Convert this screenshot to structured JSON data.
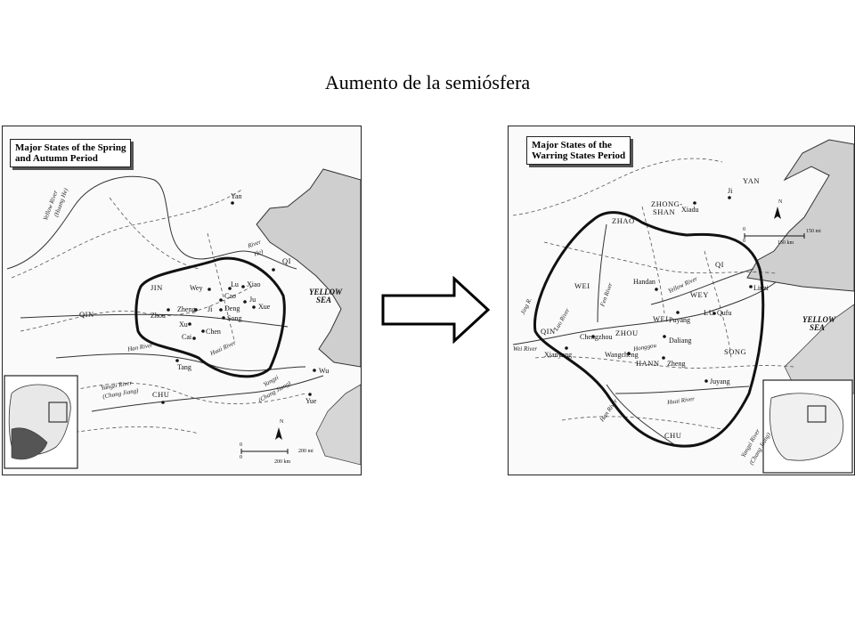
{
  "slide": {
    "title": "Aumento de la semiósfera"
  },
  "left_map": {
    "heading_line1": "Major States of the Spring",
    "heading_line2": "and Autumn Period",
    "states": [
      "JIN",
      "QIN",
      "QI",
      "CHU"
    ],
    "cities": [
      "Yan",
      "Wey",
      "Lu",
      "Xiao",
      "Cao",
      "Ju",
      "Xue",
      "Zheng",
      "Deng",
      "Ji",
      "Zhou",
      "Song",
      "Xu",
      "Chen",
      "Cai",
      "Tang",
      "Wu",
      "Yue"
    ],
    "rivers": {
      "yellow_line1": "Yellow River",
      "yellow_line2": "(Huang He)",
      "yellow_east": "River",
      "yellow_east2": "He)",
      "han": "Han River",
      "huai": "Huai River",
      "yangzi_line1": "Yangzi River",
      "yangzi_line2": "(Chang Jiang)",
      "yangzi_east1": "Yangzi",
      "yangzi_east2": "(Chang Jiang)"
    },
    "sea_line1": "YELLOW",
    "sea_line2": "SEA",
    "scale_mi": "200 mi",
    "scale_km": "200 km",
    "scale_zero": "0",
    "north": "N"
  },
  "arrow": {
    "icon": "right-arrow-icon"
  },
  "right_map": {
    "heading_line1": "Major States of the",
    "heading_line2": "Warring States Period",
    "states": [
      "YAN",
      "ZHAO",
      "ZHONG-",
      "SHAN",
      "QI",
      "WEI",
      "WEY",
      "LU",
      "WEI",
      "QIN",
      "ZHOU",
      "HANN",
      "SONG",
      "CHU"
    ],
    "cities": [
      "Ji",
      "Xiadu",
      "Handan",
      "Linzi",
      "Puyang",
      "Qufu",
      "Chengzhou",
      "Daliang",
      "Xianyang",
      "Wangcheng",
      "Zheng",
      "Juyang"
    ],
    "rivers": {
      "wei": "Wei River",
      "fen": "Fen River",
      "yellow": "Yellow River",
      "luo": "Luo River",
      "jing": "Jing R.",
      "hong": "Honggou",
      "huai": "Huai River",
      "han": "Han River",
      "yangzi_line1": "Yangzi River",
      "yangzi_line2": "(Chang Jiang)"
    },
    "sea_line1": "YELLOW",
    "sea_line2": "SEA",
    "scale_mi": "150 mi",
    "scale_km": "150 km",
    "scale_zero": "0",
    "north": "N"
  }
}
